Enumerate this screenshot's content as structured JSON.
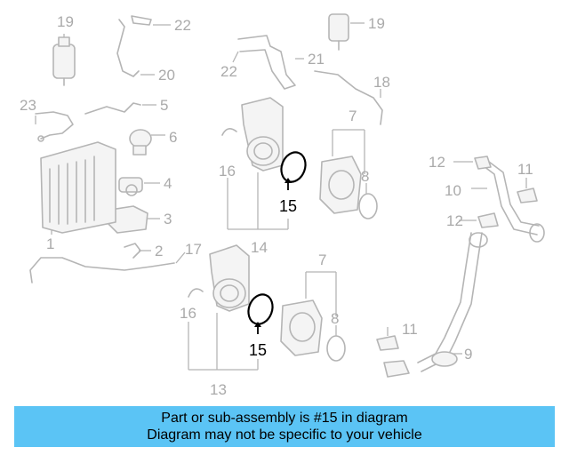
{
  "callouts": {
    "n1": "1",
    "n2": "2",
    "n3": "3",
    "n4": "4",
    "n5": "5",
    "n6": "6",
    "n7a": "7",
    "n7b": "7",
    "n8a": "8",
    "n8b": "8",
    "n9": "9",
    "n10": "10",
    "n11a": "11",
    "n11b": "11",
    "n12a": "12",
    "n12b": "12",
    "n13": "13",
    "n14": "14",
    "n15a": "15",
    "n15b": "15",
    "n16a": "16",
    "n16b": "16",
    "n17": "17",
    "n18": "18",
    "n19a": "19",
    "n19b": "19",
    "n20": "20",
    "n21": "21",
    "n22a": "22",
    "n22b": "22",
    "n23": "23"
  },
  "highlight_part": "15",
  "banner": {
    "line1": "Part or sub-assembly is #15 in diagram",
    "line2": "Diagram may not be specific to your vehicle",
    "color": "#5bc4f5"
  }
}
